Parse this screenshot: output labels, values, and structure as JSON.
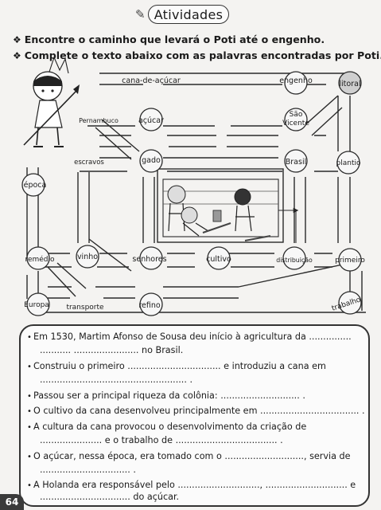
{
  "title": "Atividades",
  "instructions": [
    "Encontre o caminho que levará o Poti até o engenho.",
    "Complete o texto abaixo com as palavras encontradas por Poti."
  ],
  "maze": {
    "nodes": [
      "cana-de-açúcar",
      "engenho",
      "litoral",
      "Pernambuco",
      "açúcar",
      "São",
      "Vicente",
      "escravos",
      "gado",
      "Brasil",
      "plantio",
      "época",
      "remédio",
      "vinho",
      "senhores",
      "cultivo",
      "distribuição",
      "primeiro",
      "Europa",
      "transporte",
      "refino",
      "trabalho"
    ]
  },
  "text_lines": [
    "Em 1530, Martim Afonso de Sousa deu início à agricultura da ...............",
    "........... ....................... no Brasil.",
    "Construiu o primeiro ................................. e introduziu a cana em",
    ".................................................... .",
    "Passou ser a principal riqueza da colônia: ............................ .",
    "O cultivo da cana desenvolveu principalmente em ................................... .",
    "A cultura da cana provocou o desenvolvimento da criação de",
    "...................... e o trabalho de .................................... .",
    "O açúcar, nessa época, era tomado com o ............................, servia de",
    "................................ .",
    "A Holanda era responsável pelo ............................., ............................. e",
    "................................ do açúcar."
  ],
  "page_number": "64"
}
